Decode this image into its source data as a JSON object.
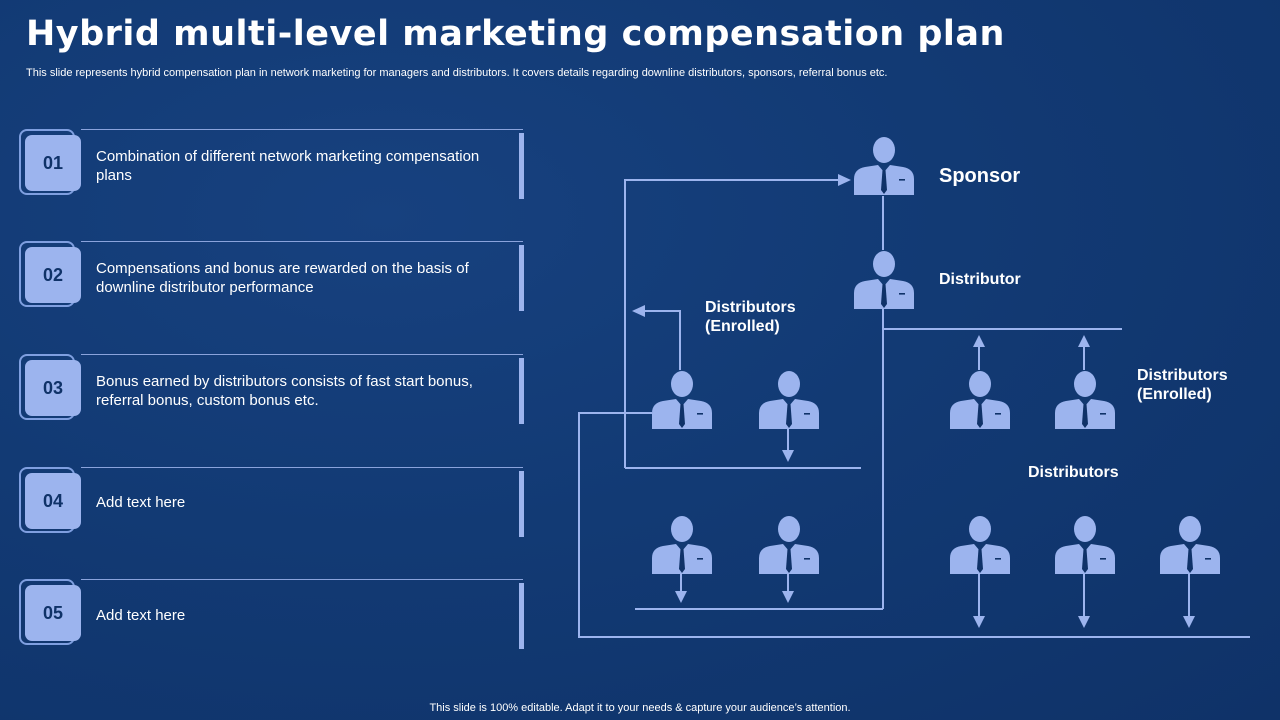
{
  "header": {
    "title": "Hybrid multi-level marketing compensation plan",
    "subtitle": "This slide represents hybrid compensation plan in network marketing for managers and distributors. It covers details regarding downline distributors, sponsors, referral bonus etc."
  },
  "items": [
    {
      "number": "01",
      "text": "Combination of different network marketing compensation plans"
    },
    {
      "number": "02",
      "text": "Compensations and bonus are rewarded on the basis of downline distributor performance"
    },
    {
      "number": "03",
      "text": "Bonus earned by distributors consists of fast start bonus, referral bonus, custom bonus etc."
    },
    {
      "number": "04",
      "text": "Add text here"
    },
    {
      "number": "05",
      "text": "Add text here"
    }
  ],
  "diagram": {
    "sponsor_label": "Sponsor",
    "distributor_label": "Distributor",
    "enrolled_left_label_1": "Distributors",
    "enrolled_left_label_2": "(Enrolled)",
    "enrolled_right_label_1": "Distributors",
    "enrolled_right_label_2": "(Enrolled)",
    "distributors_label": "Distributors",
    "person_icon": "businessman-icon",
    "colors": {
      "line": "#9cb4ee",
      "figure": "#9cb4ee",
      "tie": "#0f3268"
    }
  },
  "footer": {
    "note": "This slide is 100% editable. Adapt it to your needs & capture your audience’s attention."
  }
}
